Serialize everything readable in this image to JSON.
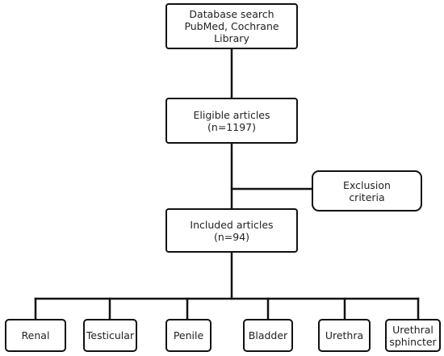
{
  "nodes": {
    "search": {
      "lines": [
        "Database search",
        "PubMed,  Cochrane",
        "Library"
      ]
    },
    "eligible": {
      "lines": [
        "Eligible articles",
        "(n=1197)"
      ]
    },
    "exclusion": {
      "lines": [
        "Exclusion",
        "criteria"
      ]
    },
    "included": {
      "lines": [
        "Included articles",
        "(n=94)"
      ]
    },
    "renal": {
      "lines": [
        "Renal"
      ]
    },
    "testicular": {
      "lines": [
        "Testicular"
      ]
    },
    "penile": {
      "lines": [
        "Penile"
      ]
    },
    "bladder": {
      "lines": [
        "Bladder"
      ]
    },
    "urethra": {
      "lines": [
        "Urethra"
      ]
    },
    "sphincter": {
      "lines": [
        "Urethral",
        "sphincter"
      ]
    }
  },
  "colors": {
    "stroke": "#111111",
    "text": "#222222",
    "background": "#ffffff"
  }
}
